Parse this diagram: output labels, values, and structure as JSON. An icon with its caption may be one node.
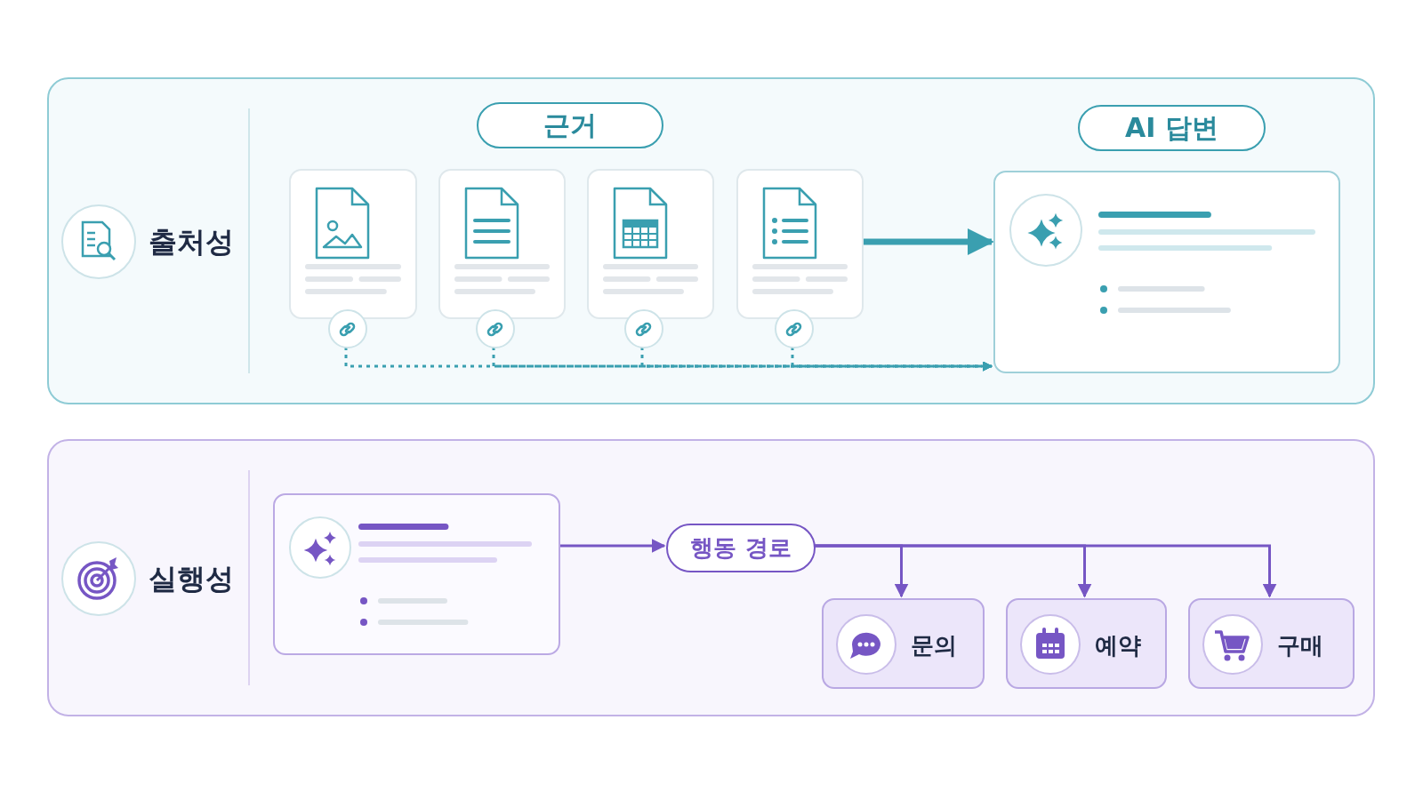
{
  "diagram": {
    "nodes": [
      {
        "text": [
          "출처성"
        ]
      },
      {
        "text": [
          "근거"
        ],
        "in": 0
      },
      {
        "text": [],
        "shape": "box",
        "in": 0
      },
      {
        "text": [],
        "shape": "box",
        "in": 0
      },
      {
        "text": [],
        "shape": "box",
        "in": 0
      },
      {
        "text": [],
        "shape": "box",
        "in": 0
      },
      {
        "text": [],
        "shape": "circle",
        "in": 0
      },
      {
        "text": [],
        "shape": "circle",
        "in": 0
      },
      {
        "text": [],
        "shape": "circle",
        "in": 0
      },
      {
        "text": [],
        "shape": "circle",
        "in": 0
      },
      {
        "text": [
          "AI 답변"
        ],
        "in": 0
      },
      {
        "text": [],
        "shape": "box",
        "in": 0
      },
      {
        "text": [
          "실행성"
        ]
      },
      {
        "text": [],
        "shape": "box",
        "in": 12
      },
      {
        "text": [
          "행동 경로"
        ],
        "in": 12
      },
      {
        "text": [
          "문의"
        ],
        "in": 12
      },
      {
        "text": [
          "예약"
        ],
        "in": 12
      },
      {
        "text": [
          "구매"
        ],
        "in": 12
      }
    ],
    "edges": [
      {
        "from": 5,
        "to": 11,
        "arrow": "to",
        "style": "thick"
      },
      {
        "from": 6,
        "to": 11,
        "arrow": "to",
        "style": "dashed"
      },
      {
        "from": 7,
        "to": 11,
        "arrow": "to",
        "style": "dashed"
      },
      {
        "from": 8,
        "to": 11,
        "arrow": "to",
        "style": "dashed"
      },
      {
        "from": 9,
        "to": 11,
        "arrow": "to",
        "style": "dashed"
      },
      {
        "from": 13,
        "to": 14,
        "arrow": "to",
        "color": "#7656c4"
      },
      {
        "from": 14,
        "to": 15,
        "arrow": "to",
        "color": "#7656c4"
      },
      {
        "from": 14,
        "to": 16,
        "arrow": "to",
        "color": "#7656c4"
      },
      {
        "from": 14,
        "to": 17,
        "arrow": "to",
        "color": "#7656c4"
      }
    ]
  }
}
